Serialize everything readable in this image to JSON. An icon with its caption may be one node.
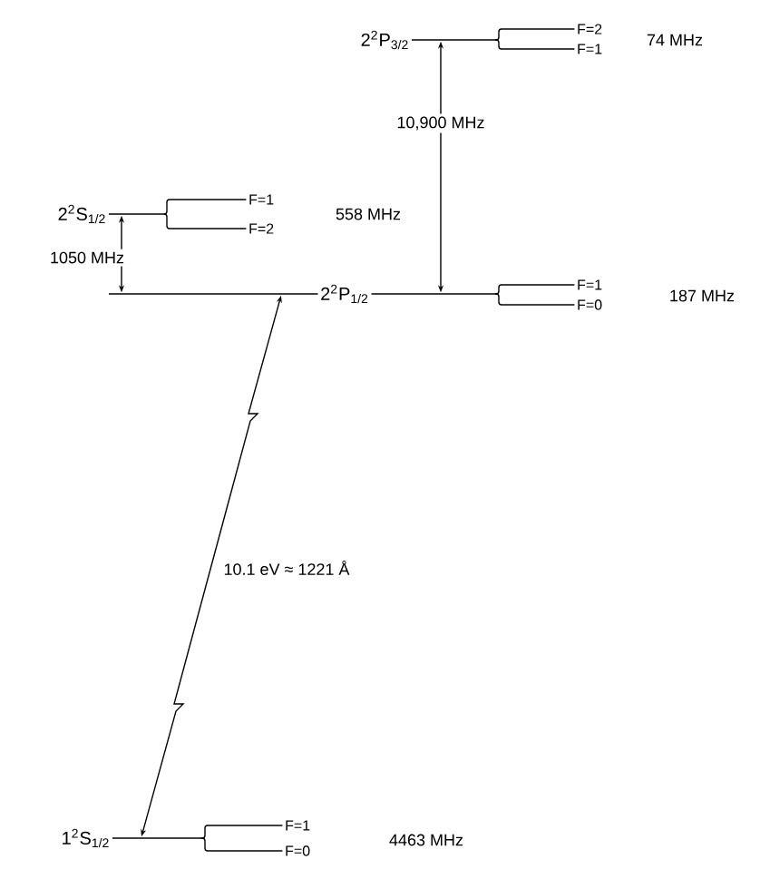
{
  "diagram": {
    "nodes": [
      {
        "text": [
          "2$^{2}$P$_{3/2}$"
        ]
      },
      {
        "text": [
          "F=2"
        ]
      },
      {
        "text": [
          "F=1"
        ]
      },
      {
        "text": [
          "2$^{2}$S$_{1/2}$"
        ]
      },
      {
        "text": [
          "F=1"
        ]
      },
      {
        "text": [
          "F=2"
        ]
      },
      {
        "text": [
          "2$^{2}$P$_{1/2}$"
        ]
      },
      {
        "text": [
          "F=1"
        ]
      },
      {
        "text": [
          "F=0"
        ]
      },
      {
        "text": [
          "1$^{2}$S$_{1/2}$"
        ]
      },
      {
        "text": [
          "F=1"
        ]
      },
      {
        "text": [
          "F=0"
        ]
      }
    ],
    "edges": [
      {
        "from": 0,
        "to": 1,
        "arrow": "none"
      },
      {
        "from": 0,
        "to": 2,
        "arrow": "none"
      },
      {
        "from": 3,
        "to": 4,
        "arrow": "none"
      },
      {
        "from": 3,
        "to": 5,
        "arrow": "none"
      },
      {
        "from": 6,
        "to": 7,
        "arrow": "none"
      },
      {
        "from": 6,
        "to": 8,
        "arrow": "none"
      },
      {
        "from": 9,
        "to": 10,
        "arrow": "none"
      },
      {
        "from": 9,
        "to": 11,
        "arrow": "none"
      },
      {
        "from": 6,
        "to": 0,
        "arrow": "both",
        "label": "10,900 MHz"
      },
      {
        "from": 6,
        "to": 3,
        "arrow": "both",
        "label": "1050 MHz"
      },
      {
        "from": 9,
        "to": 6,
        "arrow": "both",
        "label": "10.1 eV ≈ 1221 Å"
      }
    ],
    "labels": [
      "74 MHz",
      "558 MHz",
      "187 MHz",
      "4463 MHz"
    ]
  }
}
